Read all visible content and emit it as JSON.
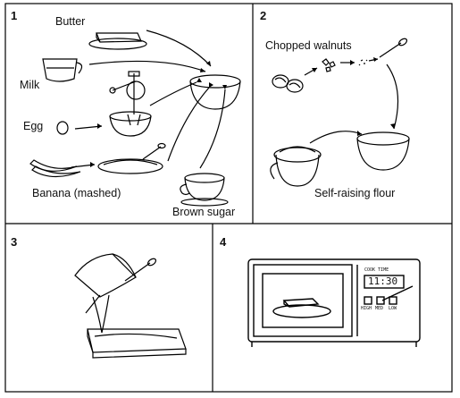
{
  "steps": [
    {
      "number": "1",
      "labels": {
        "butter": "Butter",
        "milk": "Milk",
        "egg": "Egg",
        "banana": "Banana (mashed)",
        "brown_sugar": "Brown sugar"
      }
    },
    {
      "number": "2",
      "labels": {
        "walnuts": "Chopped walnuts",
        "flour": "Self-raising flour"
      }
    },
    {
      "number": "3"
    },
    {
      "number": "4",
      "microwave": {
        "cook_time_label": "COOK TIME",
        "time": "11:30",
        "buttons": [
          "HIGH",
          "MED",
          "LOW"
        ]
      }
    }
  ]
}
